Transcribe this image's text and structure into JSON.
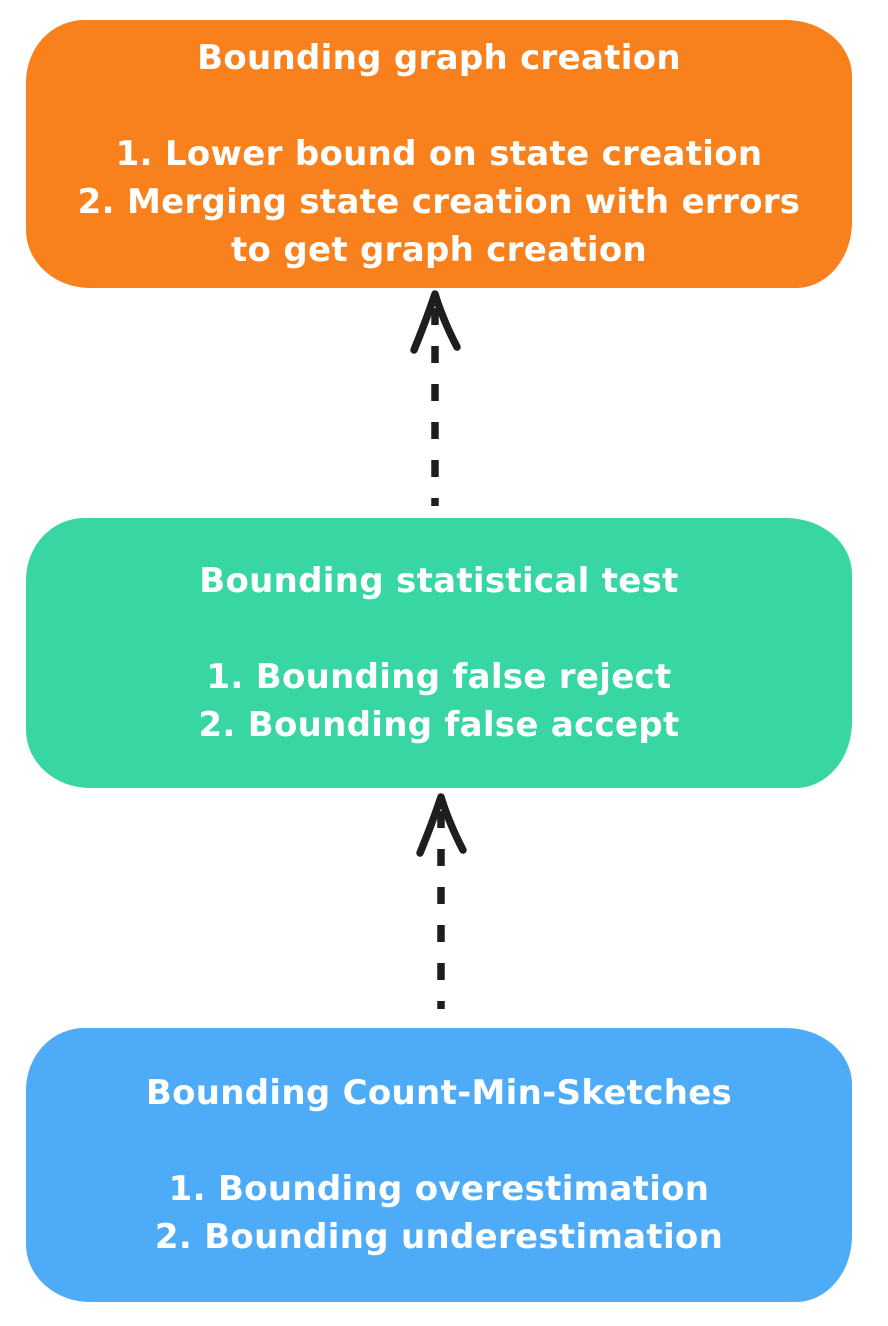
{
  "diagram": {
    "background": "#ffffff",
    "text_color": "#ffffff",
    "arrow_color": "#1e1e1e",
    "nodes": [
      {
        "id": "bounding-graph-creation",
        "fill": "#f9811d",
        "title": "Bounding graph creation",
        "items": [
          "1. Lower bound on state creation",
          "2. Merging state creation with errors to get graph creation"
        ]
      },
      {
        "id": "bounding-statistical-test",
        "fill": "#38d6a3",
        "title": "Bounding statistical test",
        "items": [
          "1. Bounding false reject",
          "2. Bounding false accept"
        ]
      },
      {
        "id": "bounding-count-min-sketches",
        "fill": "#4dabf7",
        "title": "Bounding Count-Min-Sketches",
        "items": [
          "1. Bounding overestimation",
          "2. Bounding underestimation"
        ]
      }
    ],
    "arrows": [
      {
        "from": "bounding-statistical-test",
        "to": "bounding-graph-creation",
        "direction": "up",
        "style": "dashed"
      },
      {
        "from": "bounding-count-min-sketches",
        "to": "bounding-statistical-test",
        "direction": "up",
        "style": "dashed"
      }
    ]
  }
}
